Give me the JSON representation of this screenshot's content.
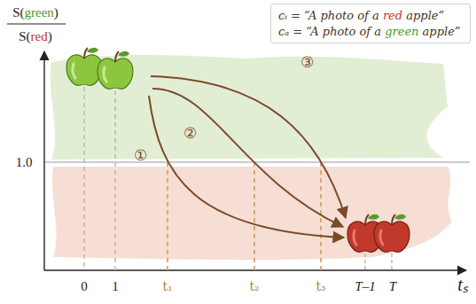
{
  "diagram": {
    "nodes": [
      {
        "text": [
          "cᵢ = “A photo of a red apple”",
          "cₐ = “A photo of a green apple”"
        ]
      }
    ],
    "labels": [
      "S(green)",
      "S(red)",
      "1.0",
      "0",
      "1",
      "t₁",
      "t₂",
      "t₃",
      "T–1",
      "T",
      "tₛ",
      "①",
      "②",
      "③"
    ]
  }
}
